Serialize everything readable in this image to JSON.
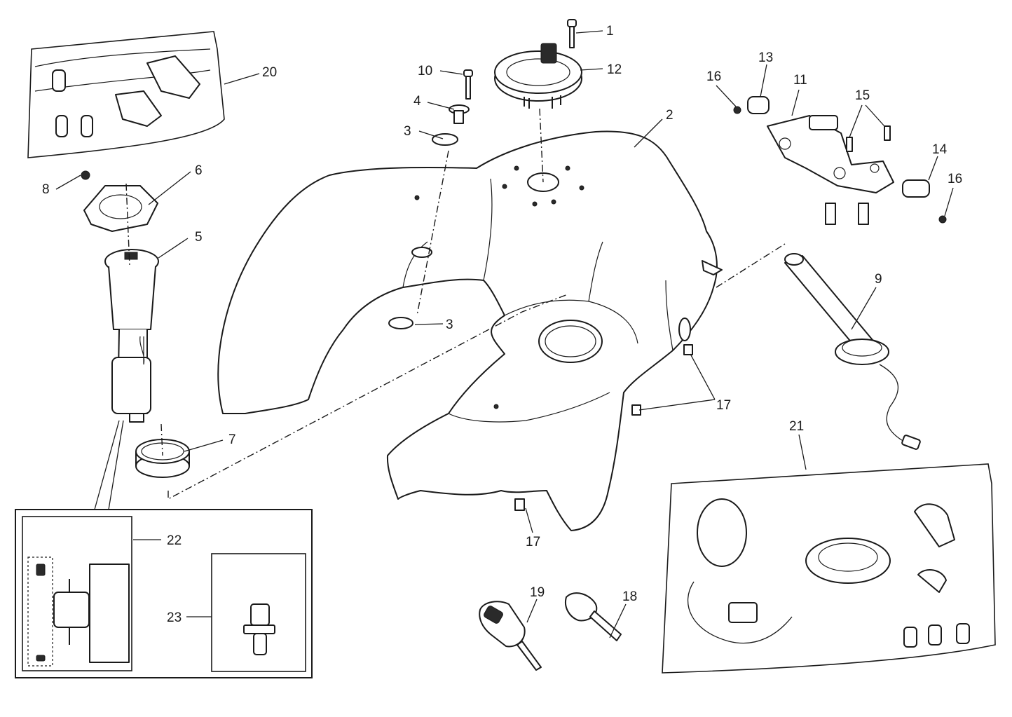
{
  "diagram": {
    "type": "exploded-parts-diagram",
    "subject": "fuel tank assembly",
    "callouts": [
      {
        "id": "c1",
        "label": "1"
      },
      {
        "id": "c2",
        "label": "2"
      },
      {
        "id": "c3a",
        "label": "3"
      },
      {
        "id": "c3b",
        "label": "3"
      },
      {
        "id": "c4",
        "label": "4"
      },
      {
        "id": "c5",
        "label": "5"
      },
      {
        "id": "c6",
        "label": "6"
      },
      {
        "id": "c7",
        "label": "7"
      },
      {
        "id": "c8",
        "label": "8"
      },
      {
        "id": "c9",
        "label": "9"
      },
      {
        "id": "c10",
        "label": "10"
      },
      {
        "id": "c11",
        "label": "11"
      },
      {
        "id": "c12",
        "label": "12"
      },
      {
        "id": "c13",
        "label": "13"
      },
      {
        "id": "c14",
        "label": "14"
      },
      {
        "id": "c15",
        "label": "15"
      },
      {
        "id": "c16a",
        "label": "16"
      },
      {
        "id": "c16b",
        "label": "16"
      },
      {
        "id": "c17a",
        "label": "17"
      },
      {
        "id": "c17b",
        "label": "17"
      },
      {
        "id": "c18",
        "label": "18"
      },
      {
        "id": "c19",
        "label": "19"
      },
      {
        "id": "c20",
        "label": "20"
      },
      {
        "id": "c21",
        "label": "21"
      },
      {
        "id": "c22",
        "label": "22"
      },
      {
        "id": "c23",
        "label": "23"
      }
    ]
  }
}
